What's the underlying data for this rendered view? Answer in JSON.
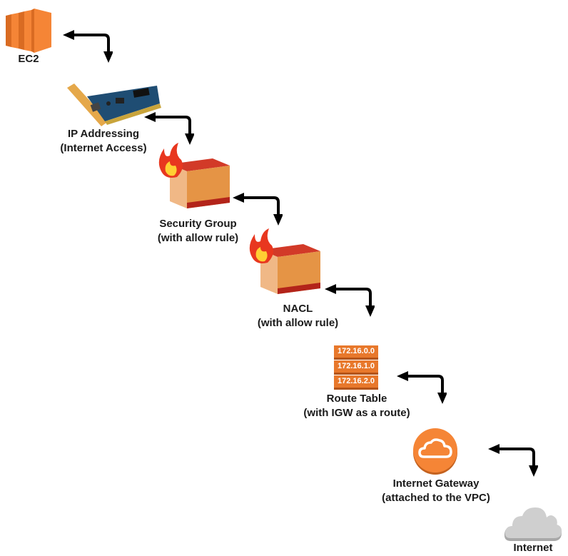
{
  "diagram": {
    "type": "network-path",
    "nodes": [
      {
        "id": "ec2",
        "icon": "ec2-instance-icon",
        "label_lines": [
          "EC2"
        ]
      },
      {
        "id": "ip",
        "icon": "network-interface-card-icon",
        "label_lines": [
          "IP Addressing",
          "(Internet Access)"
        ]
      },
      {
        "id": "sg",
        "icon": "firewall-icon",
        "label_lines": [
          "Security Group",
          "(with allow rule)"
        ]
      },
      {
        "id": "nacl",
        "icon": "firewall-icon",
        "label_lines": [
          "NACL",
          "(with allow rule)"
        ]
      },
      {
        "id": "rt",
        "icon": "route-table-icon",
        "label_lines": [
          "Route Table",
          "(with IGW as a route)"
        ],
        "routes": [
          "172.16.0.0",
          "172.16.1.0",
          "172.16.2.0"
        ]
      },
      {
        "id": "igw",
        "icon": "internet-gateway-icon",
        "label_lines": [
          "Internet Gateway",
          "(attached to the VPC)"
        ]
      },
      {
        "id": "internet",
        "icon": "cloud-icon",
        "label_lines": [
          "Internet"
        ]
      }
    ],
    "connections": [
      {
        "from": "ec2",
        "to": "ip",
        "style": "bidirectional-elbow"
      },
      {
        "from": "ip",
        "to": "sg",
        "style": "bidirectional-elbow"
      },
      {
        "from": "sg",
        "to": "nacl",
        "style": "bidirectional-elbow"
      },
      {
        "from": "nacl",
        "to": "rt",
        "style": "bidirectional-elbow"
      },
      {
        "from": "rt",
        "to": "igw",
        "style": "bidirectional-elbow"
      },
      {
        "from": "igw",
        "to": "internet",
        "style": "bidirectional-elbow"
      }
    ],
    "colors": {
      "aws_orange": "#f58536",
      "aws_orange_dark": "#b3541a",
      "firewall_red": "#c0281e",
      "cloud_gray": "#c8c8c8",
      "arrow": "#000000"
    }
  }
}
